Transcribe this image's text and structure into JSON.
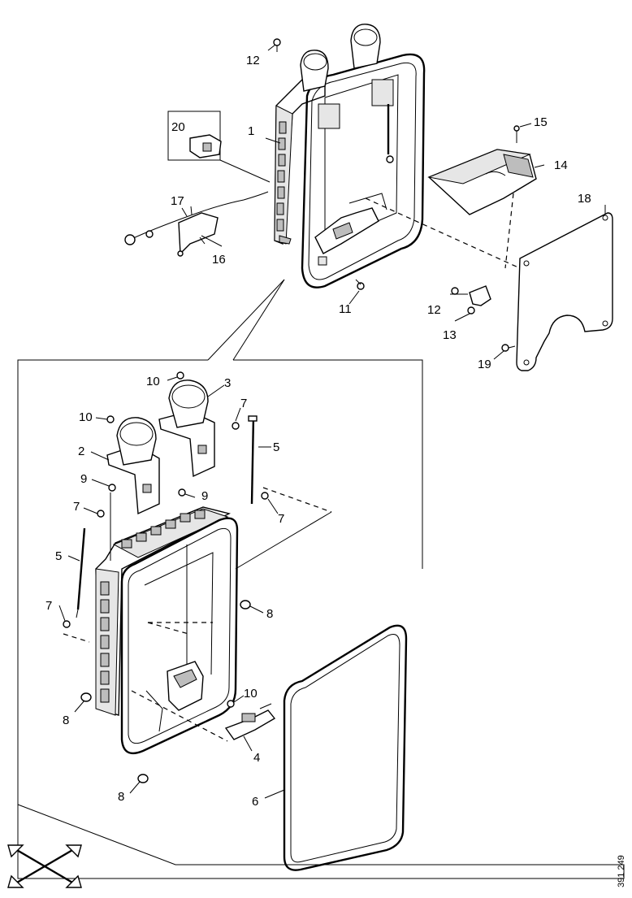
{
  "diagram": {
    "callouts": {
      "p1": "1",
      "p2": "2",
      "p3": "3",
      "p4": "4",
      "p5a": "5",
      "p5b": "5",
      "p6": "6",
      "p7a": "7",
      "p7b": "7",
      "p7c": "7",
      "p7d": "7",
      "p8a": "8",
      "p8b": "8",
      "p8c": "8",
      "p9a": "9",
      "p9b": "9",
      "p10a": "10",
      "p10b": "10",
      "p10c": "10",
      "p11": "11",
      "p12a": "12",
      "p12b": "12",
      "p13": "13",
      "p14": "14",
      "p15": "15",
      "p16": "16",
      "p17": "17",
      "p18": "18",
      "p19": "19",
      "p20": "20"
    },
    "drawing_code": "391 249",
    "orientation_icon": "four-way-arrows-icon"
  }
}
